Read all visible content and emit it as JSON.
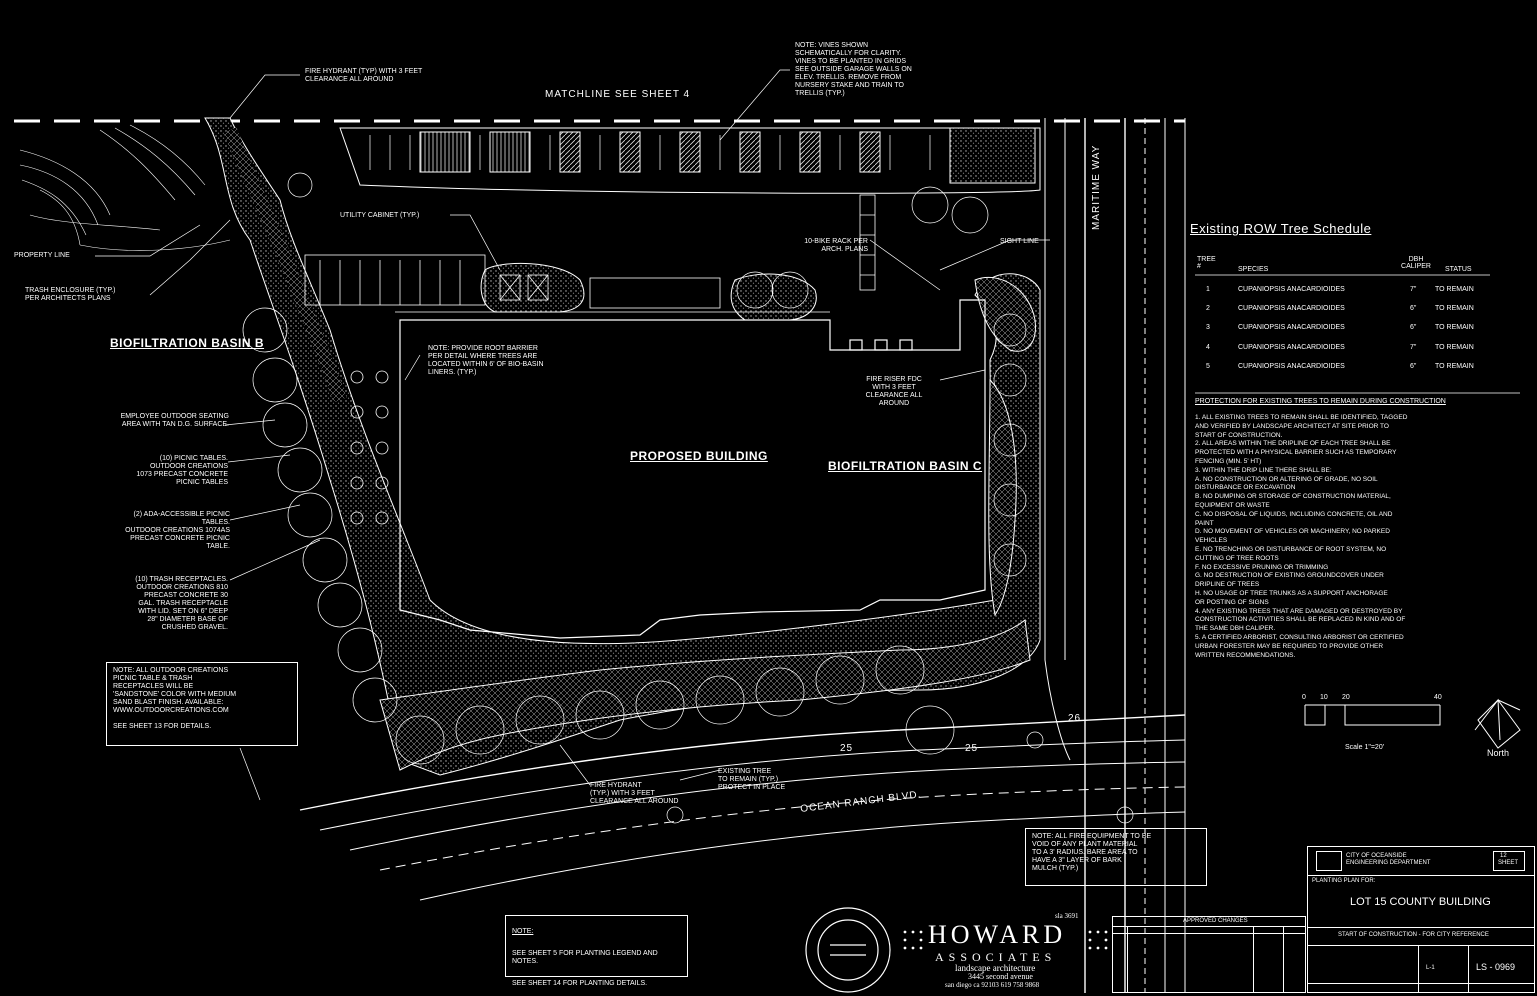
{
  "labels": {
    "matchline": "MATCHLINE SEE SHEET 4",
    "fire_hydrant_top": "FIRE HYDRANT (TYP) WITH 3 FEET\nCLEARANCE ALL AROUND",
    "vines_note": "NOTE: VINES SHOWN\nSCHEMATICALLY FOR CLARITY.\nVINES TO BE PLANTED IN GRIDS\nSEE OUTSIDE GARAGE WALLS ON\nELEV. TRELLIS. REMOVE FROM\nNURSERY STAKE AND TRAIN TO\nTRELLIS (TYP.)",
    "property_line": "PROPERTY LINE",
    "trash_enclosure": "TRASH ENCLOSURE (TYP.)\nPER ARCHITECTS PLANS",
    "utility_cabinet": "UTILITY CABINET (TYP.)",
    "bike_rack": "10-BIKE RACK PER\nARCH. PLANS",
    "sight_line": "SIGHT LINE",
    "maritime_way": "MARITIME WAY",
    "biofiltration_b": "BIOFILTRATION BASIN B",
    "root_barrier": "NOTE: PROVIDE ROOT BARRIER\nPER DETAIL WHERE TREES ARE\nLOCATED WITHIN 6' OF BIO-BASIN\nLINERS. (TYP.)",
    "fire_riser": "FIRE RISER FDC\nWITH 3 FEET\nCLEARANCE ALL\nAROUND",
    "employee_seating": "EMPLOYEE OUTDOOR SEATING\nAREA WITH TAN D.G. SURFACE.",
    "picnic_tables": "(10) PICNIC TABLES.\nOUTDOOR CREATIONS\n1073 PRECAST CONCRETE\nPICNIC TABLES",
    "proposed_building": "PROPOSED BUILDING",
    "biofiltration_c": "BIOFILTRATION BASIN C",
    "ada_tables": "(2) ADA-ACCESSIBLE PICNIC\nTABLES.\nOUTDOOR CREATIONS 1074AS\nPRECAST CONCRETE PICNIC\nTABLE.",
    "trash_receptacles": "(10) TRASH RECEPTACLES.\nOUTDOOR CREATIONS 810\nPRECAST CONCRETE 30\nGAL. TRASH RECEPTACLE\nWITH LID. SET ON 6\" DEEP\n28\" DIAMETER BASE OF\nCRUSHED GRAVEL.",
    "fire_hydrant_bottom": "FIRE HYDRANT\n(TYP.) WITH 3 FEET\nCLEARANCE ALL AROUND",
    "existing_tree": "EXISTING TREE\nTO REMAIN (TYP.)\nPROTECT IN PLACE",
    "ocean_ranch": "OCEAN RANCH BLVD.",
    "num_25": "25",
    "num_26": "26",
    "num_25b": "25"
  },
  "outdoor_note": {
    "text": "NOTE: ALL OUTDOOR CREATIONS\nPICNIC TABLE & TRASH\nRECEPTACLES WILL BE\n'SANDSTONE' COLOR WITH MEDIUM\nSAND BLAST FINISH. AVAILABLE:\nWWW.OUTDOORCREATIONS.COM\n\nSEE SHEET 13 FOR DETAILS."
  },
  "fire_equip_note": {
    "text": "NOTE: ALL FIRE EQUIPMENT TO BE\nVOID OF ANY PLANT MATERIAL\nTO A 3' RADIUS. BARE AREA TO\nHAVE A 3\" LAYER OF BARK\nMULCH (TYP.)"
  },
  "sheet_note": {
    "title": "NOTE:",
    "line1": "SEE SHEET 5 FOR PLANTING LEGEND AND NOTES.",
    "line2": "SEE SHEET 14 FOR PLANTING DETAILS."
  },
  "schedule": {
    "title": "Existing ROW Tree Schedule",
    "headers": {
      "tree": "TREE #",
      "species": "SPECIES",
      "caliper": "DBH CALIPER",
      "status": "STATUS"
    },
    "rows": [
      {
        "num": "1",
        "species": "CUPANIOPSIS ANACARDIOIDES",
        "caliper": "7\"",
        "status": "TO REMAIN"
      },
      {
        "num": "2",
        "species": "CUPANIOPSIS ANACARDIOIDES",
        "caliper": "6\"",
        "status": "TO REMAIN"
      },
      {
        "num": "3",
        "species": "CUPANIOPSIS ANACARDIOIDES",
        "caliper": "6\"",
        "status": "TO REMAIN"
      },
      {
        "num": "4",
        "species": "CUPANIOPSIS ANACARDIOIDES",
        "caliper": "7\"",
        "status": "TO REMAIN"
      },
      {
        "num": "5",
        "species": "CUPANIOPSIS ANACARDIOIDES",
        "caliper": "6\"",
        "status": "TO REMAIN"
      }
    ]
  },
  "protection": {
    "title": "PROTECTION FOR EXISTING TREES TO REMAIN DURING CONSTRUCTION",
    "text": "1.  ALL EXISTING TREES TO REMAIN SHALL BE IDENTIFIED, TAGGED\n     AND VERIFIED BY LANDSCAPE ARCHITECT AT SITE PRIOR TO\n     START OF CONSTRUCTION.\n2.  ALL AREAS WITHIN THE DRIPLINE OF EACH TREE SHALL BE\n     PROTECTED WITH A PHYSICAL BARRIER SUCH AS TEMPORARY\n     FENCING (MIN. 5' HT)\n3.  WITHIN THE DRIP LINE THERE SHALL BE:\n         A. NO CONSTRUCTION OR ALTERING OF GRADE, NO SOIL\n         DISTURBANCE OR EXCAVATION\n         B. NO DUMPING OR STORAGE OF CONSTRUCTION MATERIAL,\n         EQUIPMENT OR WASTE\n         C. NO DISPOSAL OF LIQUIDS, INCLUDING CONCRETE, OIL AND\n         PAINT\n         D. NO MOVEMENT OF VEHICLES OR MACHINERY, NO PARKED\n         VEHICLES\n         E. NO TRENCHING OR DISTURBANCE OF ROOT SYSTEM, NO\n         CUTTING OF TREE ROOTS\n         F. NO EXCESSIVE PRUNING OR TRIMMING\n         G. NO DESTRUCTION OF EXISTING GROUNDCOVER UNDER\n         DRIPLINE OF TREES\n         H. NO USAGE OF TREE TRUNKS AS A SUPPORT ANCHORAGE\n         OR POSTING OF SIGNS\n4.  ANY EXISTING TREES THAT ARE DAMAGED OR DESTROYED BY\n     CONSTRUCTION ACTIVITIES SHALL BE REPLACED IN KIND AND OF\n     THE SAME DBH CALIPER.\n5.  A CERTIFIED ARBORIST, CONSULTING ARBORIST OR CERTIFIED\n     URBAN FORESTER MAY BE REQUIRED TO PROVIDE OTHER\n     WRITTEN RECOMMENDATIONS."
  },
  "scale": {
    "t0": "0",
    "t10": "10",
    "t20": "20",
    "t40": "40",
    "caption": "Scale 1\"=20'",
    "north": "North"
  },
  "firm": {
    "name": "HOWARD",
    "sub": "ASSOCIATES",
    "tag": "landscape architecture",
    "addr1": "3445 second avenue",
    "addr2": "san diego ca 92103  619 758 9868",
    "lic": "sla 3691"
  },
  "titleblock": {
    "project": "LOT 15 COUNTY BUILDING",
    "sheet_label": "SHEET",
    "sheet_num": "12",
    "drawing": "L-1",
    "job": "LS - 0969",
    "plan_type": "PLANTING PLAN FOR:",
    "changes": "APPROVED CHANGES",
    "city": "CITY OF OCEANSIDE",
    "dept": "ENGINEERING DEPARTMENT",
    "contract": "START OF CONSTRUCTION - FOR CITY REFERENCE"
  },
  "colors": {
    "background": "#000000",
    "linework": "#ffffff"
  }
}
